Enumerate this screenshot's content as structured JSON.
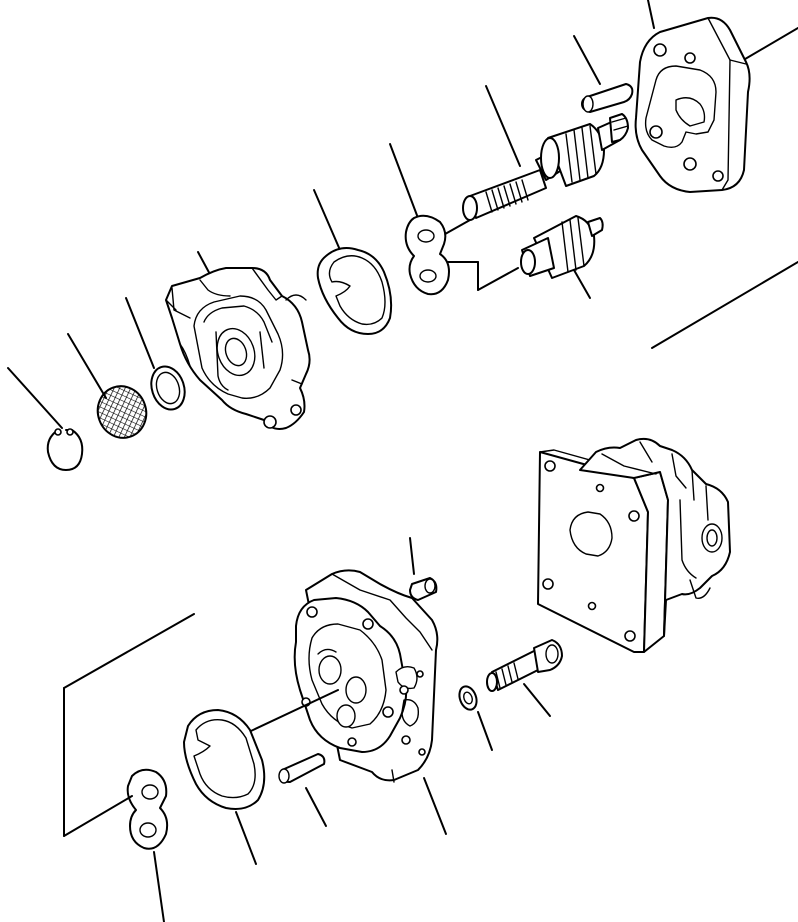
{
  "diagram": {
    "background": "#ffffff",
    "line_color": "#000000",
    "parts": [
      "snap-ring",
      "oil-seal",
      "o-ring",
      "front-cover",
      "seal-ring",
      "thrust-plate",
      "drive-shaft",
      "driven-gear",
      "pin",
      "front-housing",
      "gear-case",
      "dowel-pin",
      "bolt",
      "washer",
      "rear-housing",
      "pin",
      "seal-ring",
      "thrust-plate"
    ]
  }
}
